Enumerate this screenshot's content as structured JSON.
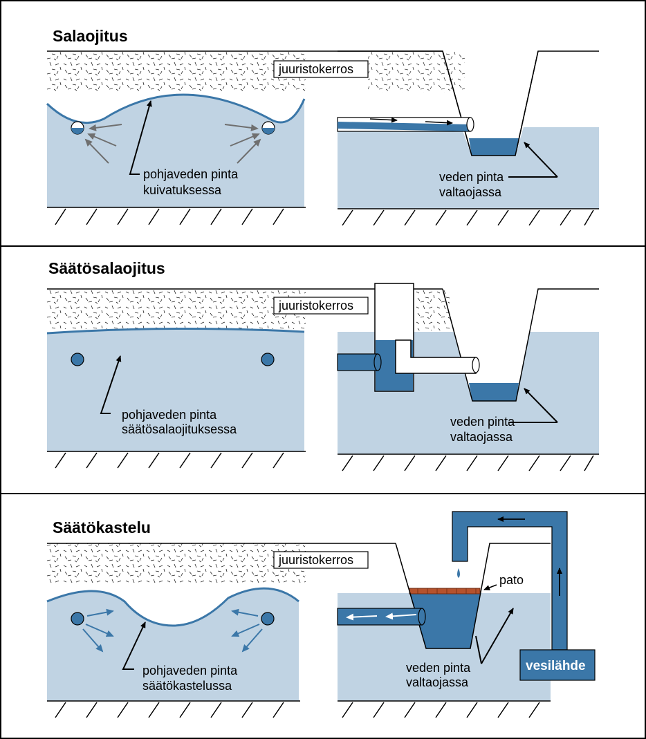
{
  "panels": [
    {
      "title": "Salaojitus",
      "root_layer_label": "juuristokerros",
      "groundwater_label": [
        "pohjaveden pinta",
        "kuivatuksessa"
      ],
      "ditch_label": [
        "veden pinta",
        "valtaojassa"
      ]
    },
    {
      "title": "Säätösalaojitus",
      "root_layer_label": "juuristokerros",
      "groundwater_label": [
        "pohjaveden pinta",
        "säätösalaojituksessa"
      ],
      "ditch_label": [
        "veden pinta",
        "valtaojassa"
      ]
    },
    {
      "title": "Säätökastelu",
      "root_layer_label": "juuristokerros",
      "groundwater_label": [
        "pohjaveden pinta",
        "säätökastelussa"
      ],
      "ditch_label": [
        "veden pinta",
        "valtaojassa"
      ],
      "dam_label": "pato",
      "water_source_label": "vesilähde"
    }
  ],
  "colors": {
    "groundwater": "#c0d3e3",
    "pipe_water": "#3b77a8",
    "arrow_gray": "#6f6f6f",
    "arrow_blue": "#3b77a8",
    "dam": "#b5522c"
  }
}
